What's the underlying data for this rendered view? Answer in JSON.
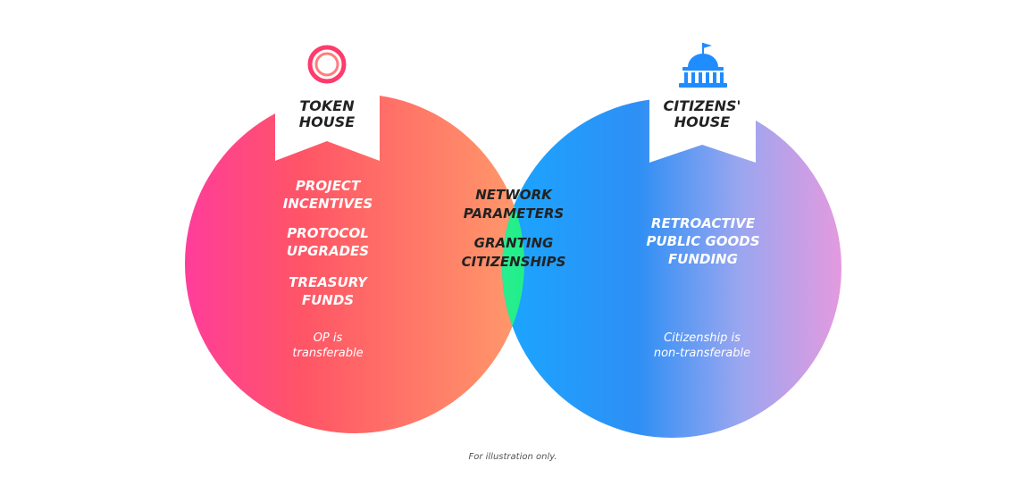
{
  "token_house": {
    "title": [
      "TOKEN",
      "HOUSE"
    ],
    "icon": "optimism-ring-icon",
    "items": [
      [
        "PROJECT",
        "INCENTIVES"
      ],
      [
        "PROTOCOL",
        "UPGRADES"
      ],
      [
        "TREASURY",
        "FUNDS"
      ]
    ],
    "note": [
      "OP is",
      "transferable"
    ]
  },
  "citizens_house": {
    "title": [
      "CITIZENS'",
      "HOUSE"
    ],
    "icon": "capitol-building-icon",
    "items": [
      [
        "RETROACTIVE",
        "PUBLIC GOODS",
        "FUNDING"
      ]
    ],
    "note": [
      "Citizenship is",
      "non-transferable"
    ]
  },
  "shared": {
    "items": [
      [
        "NETWORK",
        "PARAMETERS"
      ],
      [
        "GRANTING",
        "CITIZENSHIPS"
      ]
    ]
  },
  "footer": "For illustration only.",
  "colors": {
    "token_left": "#ff3d9a",
    "token_right": "#ff9a6a",
    "citizens_left": "#1aa6ff",
    "citizens_right": "#e49adf",
    "overlap_left": "#7ee6d3",
    "overlap_right": "#22ee8a",
    "label_text": "#222222",
    "white": "#ffffff"
  }
}
